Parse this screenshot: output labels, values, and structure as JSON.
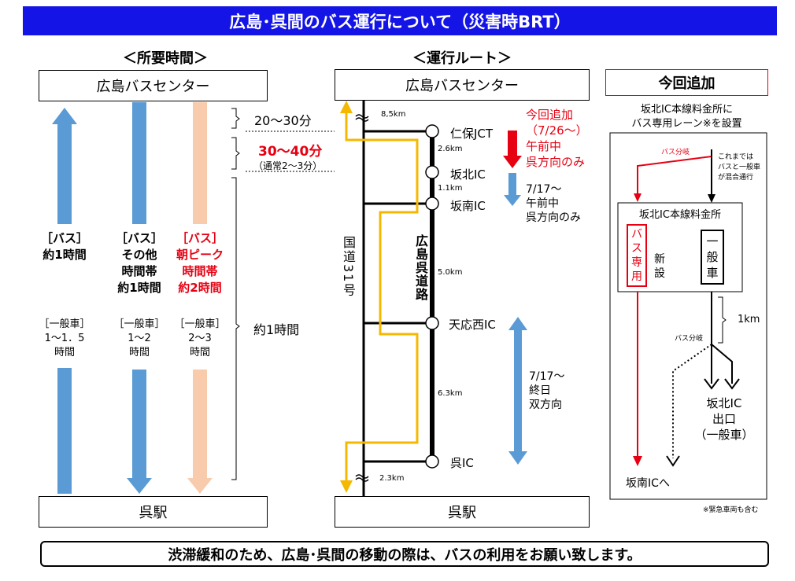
{
  "title": "広島･呉間のバス運行について（災害時BRT）",
  "left": {
    "heading": "＜所要時間＞",
    "top_box": "広島バスセンター",
    "bottom_box": "呉駅",
    "col1": {
      "label1": "［バス］",
      "label2": "約1時間",
      "gen1": "［一般車］",
      "gen2": "1～1．5",
      "gen3": "時間"
    },
    "col2": {
      "label1": "［バス］",
      "label2": "その他",
      "label3": "時間帯",
      "label4": "約1時間",
      "gen1": "［一般車］",
      "gen2": "1～2",
      "gen3": "時間"
    },
    "col3": {
      "label1": "［バス］",
      "label2": "朝ピーク",
      "label3": "時間帯",
      "label4": "約2時間",
      "gen1": "［一般車］",
      "gen2": "2～3",
      "gen3": "時間"
    },
    "time1": "20～30分",
    "time2": "30～40分",
    "time2_note": "（通常2～3分）",
    "time3": "約1時間"
  },
  "center": {
    "heading": "＜運行ルート＞",
    "top_box": "広島バスセンター",
    "bottom_box": "呉駅",
    "road_left": "国道31号",
    "road_right": "広島呉道路",
    "stations": [
      "仁保JCT",
      "坂北IC",
      "坂南IC",
      "天応西IC",
      "呉IC"
    ],
    "distances": [
      "8,5km",
      "2.6km",
      "1.1km",
      "5.0km",
      "6.3km",
      "2.3km"
    ],
    "new_add": {
      "l1": "今回追加",
      "l2": "（7/26～）",
      "l3": "午前中",
      "l4": "呉方向のみ"
    },
    "note1": {
      "l1": "7/17～",
      "l2": "午前中",
      "l3": "呉方向のみ"
    },
    "note2": {
      "l1": "7/17～",
      "l2": "終日",
      "l3": "双方向"
    }
  },
  "right": {
    "heading": "今回追加",
    "desc1": "坂北IC本線料金所に",
    "desc2": "バス専用レーン※を設置",
    "bus_branch": "バス分岐",
    "note_l1": "これまでは",
    "note_l2": "バスと一般車",
    "note_l3": "が混合通行",
    "toll_title": "坂北IC本線料金所",
    "bus_lane": [
      "バ",
      "ス",
      "専",
      "用"
    ],
    "new_chars": [
      "新",
      "設"
    ],
    "general_chars": [
      "一",
      "般",
      "車"
    ],
    "dist": "1km",
    "bus_branch2": "バス分岐",
    "exit_l1": "坂北IC",
    "exit_l2": "出口",
    "exit_l3": "（一般車）",
    "to_sakanami": "坂南ICへ",
    "footnote": "※緊急車両も含む"
  },
  "footer": "渋滞緩和のため、広島･呉間の移動の際は、バスの利用をお願い致します。",
  "colors": {
    "blue": "#5b9bd5",
    "peach": "#f8cbad",
    "red": "#e60012",
    "yellow": "#f5b800",
    "title_blue": "#1414e6"
  }
}
